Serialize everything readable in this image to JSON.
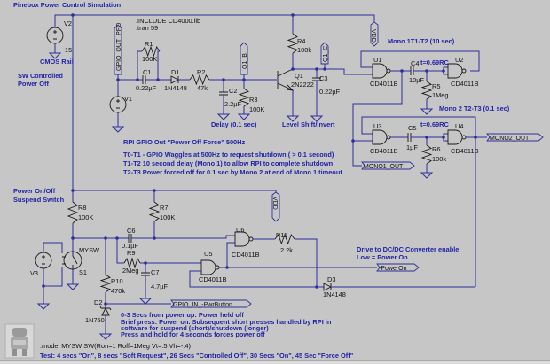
{
  "title": "Pinebox Power Control Simulation",
  "directives": {
    "include": ".INCLUDE CD4000.lib",
    "tran": ".tran 59",
    "model": ".model MYSW SW(Ron=1 Roff=1Meg Vt=.5 Vh=-.4)"
  },
  "components": {
    "v1": {
      "ref": "V1"
    },
    "v2": {
      "ref": "V2",
      "value": "15"
    },
    "v3": {
      "ref": "V3"
    },
    "r1": {
      "ref": "R1",
      "value": "100K"
    },
    "r2": {
      "ref": "R2",
      "value": "47k"
    },
    "r3": {
      "ref": "R3",
      "value": "100K"
    },
    "r4": {
      "ref": "R4",
      "value": "100k"
    },
    "r5": {
      "ref": "R5",
      "value": "1Meg"
    },
    "r6": {
      "ref": "R6",
      "value": "100k"
    },
    "r7": {
      "ref": "R7",
      "value": "100K"
    },
    "r8": {
      "ref": "R8",
      "value": "100K"
    },
    "r9": {
      "ref": "R9",
      "value": "2Meg"
    },
    "r10": {
      "ref": "R10",
      "value": "470k"
    },
    "r11": {
      "ref": "R11",
      "value": "2.2k"
    },
    "c1": {
      "ref": "C1",
      "value": "0.22µF"
    },
    "c2": {
      "ref": "C2",
      "value": "2.2µF"
    },
    "c3": {
      "ref": "C3",
      "value": "0.22µF"
    },
    "c4": {
      "ref": "C4",
      "value": "10µF"
    },
    "c5": {
      "ref": "C5",
      "value": "1µF"
    },
    "c6": {
      "ref": "C6",
      "value": "0.1µF"
    },
    "c7": {
      "ref": "C7",
      "value": "4.7µF"
    },
    "d1": {
      "ref": "D1",
      "value": "1N4148"
    },
    "d2": {
      "ref": "D2",
      "value": "1N750"
    },
    "d3": {
      "ref": "D3",
      "value": "1N4148"
    },
    "q1": {
      "ref": "Q1",
      "value": "2N2222"
    },
    "u1": {
      "ref": "U1",
      "value": "CD4011B"
    },
    "u2": {
      "ref": "U2",
      "value": "CD4011B"
    },
    "u3": {
      "ref": "U3",
      "value": "CD4011B"
    },
    "u4": {
      "ref": "U4",
      "value": "CD4011B"
    },
    "u5": {
      "ref": "U5",
      "value": "CD4011B"
    },
    "u6": {
      "ref": "U6",
      "value": "CD4011B"
    },
    "s1": {
      "ref": "S1",
      "model": "MYSW"
    }
  },
  "flags": {
    "gpio_out_pfo": "GPIO_OUT_PFO",
    "q1_b": "Q1_B",
    "q1_c": "Q1_C",
    "vdd_top": "VDD",
    "vdd_mid": "VDD",
    "mono1_out": "MONO1_OUT",
    "mono2_out": "MONO2_OUT",
    "power_on": "-PowerOn",
    "gpio_in": "GPIO_IN_-PwrButton"
  },
  "notes": {
    "cmos_rail": "CMOS Rail",
    "sw_controlled": [
      "SW Controlled",
      "Power Off"
    ],
    "delay": "Delay (0.1 sec)",
    "level_shift": "Level Shift/Invert",
    "mono1": "Mono 1T1-T2 (10 sec)",
    "mono2": "Mono 2 T2-T3 (0.1 sec)",
    "t_formula_1": "t=0.69RC",
    "t_formula_2": "t=0.69RC",
    "rpi_gpio": "RPI GPIO Out \"Power Off Force\" 500Hz",
    "timeline": [
      "T0-T1 - GPIO Waggles at 500Hz to request shutdown ( > 0.1 second)",
      "T1-T2 10 second delay (Mono 1) to allow RPI to complete shutdown",
      "T2-T3 Power forced off for 0.1 sec by Mono 2 at end of Mono 1 timeout"
    ],
    "power_switch": [
      "Power On/Off",
      "Suspend Switch"
    ],
    "drive": [
      "Drive to DC/DC Converter enable",
      "Low = Power On"
    ],
    "switch_notes": [
      "0-3 Secs from power up: Power held off",
      "Brief press: Power on. Subsequent short presses handled by RPI in",
      "software for suspend (short)/shutdown (longer)",
      "Press and hold for 4 seconds forces power off"
    ],
    "test": "Test: 4 secs \"On\", 8 secs \"Soft Request\", 26 Secs \"Controlled Off\", 30 Secs \"On\", 45 Sec \"Force Off\""
  },
  "colors": {
    "background": "#c6c6c6",
    "wire": "#2e2e9c",
    "comment": "#2323a6",
    "component": "#1a1a1a"
  }
}
